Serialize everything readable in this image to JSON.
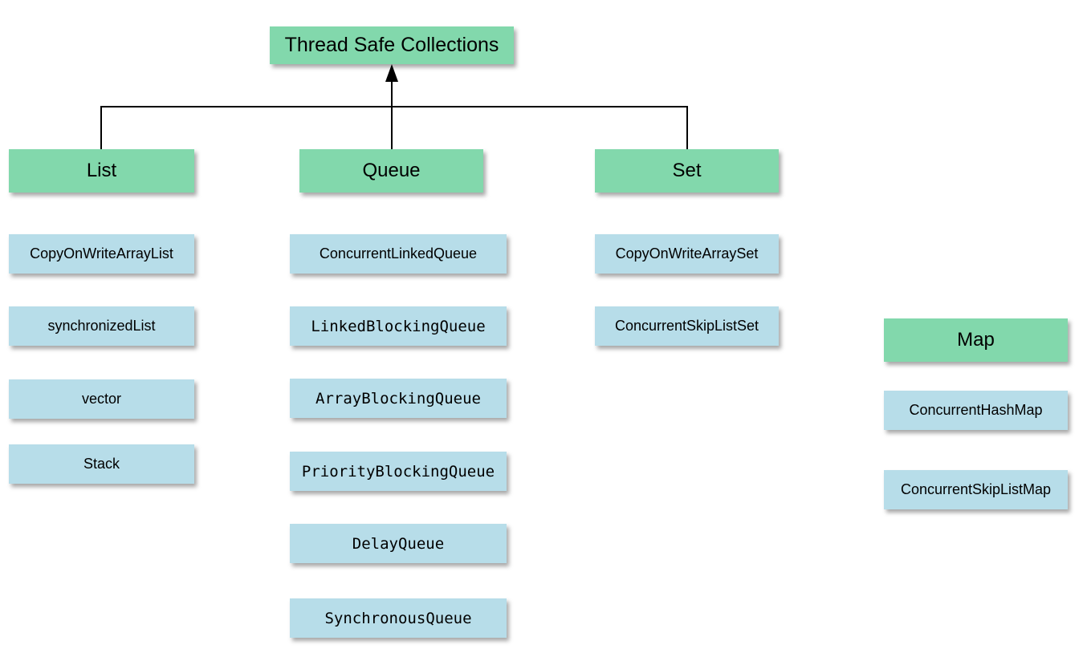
{
  "diagram": {
    "title": "Thread Safe Collections",
    "colors": {
      "category_bg": "#82d8ac",
      "item_bg": "#b7dde9",
      "connector": "#000000"
    },
    "columns": [
      {
        "label": "List",
        "items": [
          "CopyOnWriteArrayList",
          "synchronizedList",
          "vector",
          "Stack"
        ]
      },
      {
        "label": "Queue",
        "items": [
          "ConcurrentLinkedQueue",
          "LinkedBlockingQueue",
          "ArrayBlockingQueue",
          "PriorityBlockingQueue",
          "DelayQueue",
          "SynchronousQueue"
        ]
      },
      {
        "label": "Set",
        "items": [
          "CopyOnWriteArraySet",
          "ConcurrentSkipListSet"
        ]
      },
      {
        "label": "Map",
        "items": [
          "ConcurrentHashMap",
          "ConcurrentSkipListMap"
        ]
      }
    ]
  }
}
